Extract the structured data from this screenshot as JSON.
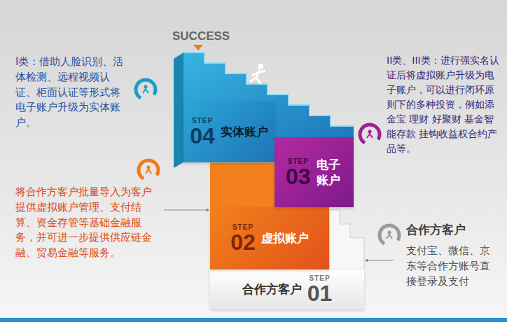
{
  "diagram": {
    "nodes": [
      {
        "text": [
          "合作方客户",
          "STEP",
          "01"
        ]
      },
      {
        "text": [
          "STEP",
          "02",
          "虚拟账户"
        ]
      },
      {
        "text": [
          "STEP",
          "03",
          "电子 账户"
        ]
      },
      {
        "text": [
          "STEP",
          "04",
          "实体账户"
        ]
      }
    ],
    "labels": [
      "SUCCESS",
      "I类：借助人脸识别、活体检测、远程视频认证、柜面认证等形式将电子账户升级为实体账户。",
      "II类、III类：进行强实名认证后将虚拟账户升级为电子账户，可以进行闭环原则下的多种投资，例如添金宝 理财 好聚财 基金智能存款 挂钩收益权合约产品等。",
      "将合作方客户批量导入为客户提供虚拟账户管理、支付结算、资金存管等基础金融服务，并可进一步提供供应链金融、贸易金融等服务。",
      "合作方客户",
      "支付宝、微信、京东等合作方账号直接登录及支付"
    ]
  }
}
